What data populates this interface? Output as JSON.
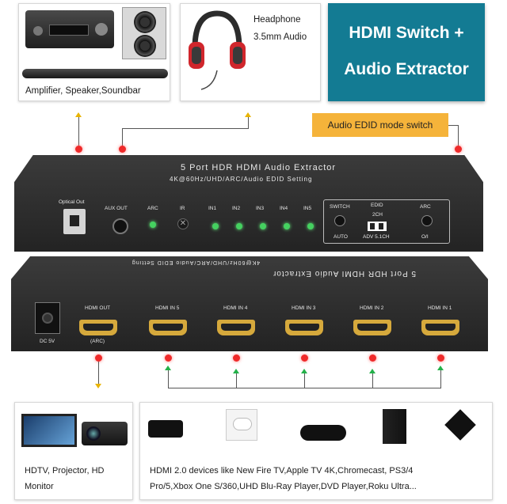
{
  "top": {
    "amplifier_caption": "Amplifier, Speaker,Soundbar",
    "headphone_caption_line1": "Headphone",
    "headphone_caption_line2": "3.5mm Audio",
    "title_line1": "HDMI Switch +",
    "title_line2": "Audio Extractor",
    "edid_label": "Audio EDID mode switch"
  },
  "front_panel": {
    "title": "5 Port HDR HDMI Audio Extractor",
    "subtitle": "4K@60Hz/UHD/ARC/Audio EDID Setting",
    "optical_label": "Optical Out",
    "aux_label": "AUX OUT",
    "arc_label": "ARC",
    "ir_label": "IR",
    "input_labels": [
      "IN1",
      "IN2",
      "IN3",
      "IN4",
      "IN5"
    ],
    "switch_label": "SWITCH",
    "auto_label": "AUTO",
    "edid_top": "EDID",
    "edid_mid": "2CH",
    "edid_bottom": "ADV 5.1CH",
    "arc2_label": "ARC",
    "arc_onoff": "O/I"
  },
  "back_panel": {
    "title": "5 Port HDR HDMI Audio Extractor",
    "subtitle": "4K@60Hz/UHD/ARC/Audio EDID Setting",
    "dc_label": "DC 5V",
    "hdmi_out_label": "HDMI OUT",
    "hdmi_out_sub": "(ARC)",
    "hdmi_in_labels": [
      "HDMI IN 5",
      "HDMI IN 4",
      "HDMI IN 3",
      "HDMI IN 2",
      "HDMI IN 1"
    ]
  },
  "bottom": {
    "display_line1": "HDTV, Projector, HD",
    "display_line2": "Monitor",
    "sources_line1": "HDMI 2.0 devices like New Fire TV,Apple TV 4K,Chromecast, PS3/4",
    "sources_line2": "Pro/5,Xbox One S/360,UHD Blu-Ray Player,DVD Player,Roku Ultra..."
  },
  "colors": {
    "title_bg": "#137b93",
    "edid_bg": "#f5b33a",
    "led_green": "#45d160",
    "dot_red": "#ef2a2a",
    "arrow_yellow": "#e9b400",
    "arrow_green": "#24b14a",
    "hdmi_gold": "#d6a93c"
  }
}
